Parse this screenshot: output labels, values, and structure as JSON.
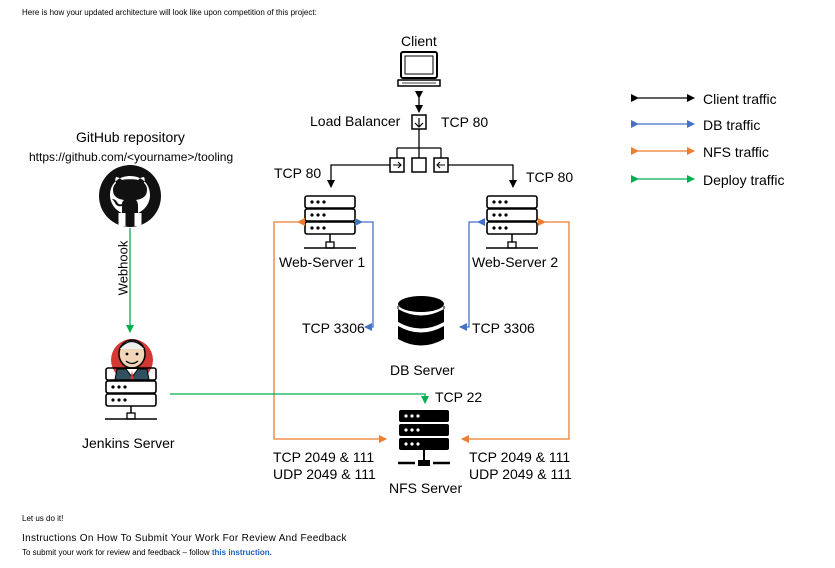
{
  "intro_text": "Here is how your updated architecture will look like upon competition of this project:",
  "diagram": {
    "client": "Client",
    "load_balancer": "Load Balancer",
    "lb_port": "TCP 80",
    "web1_port": "TCP 80",
    "web2_port": "TCP 80",
    "web_server_1": "Web-Server 1",
    "web_server_2": "Web-Server 2",
    "db_port_left": "TCP 3306",
    "db_port_right": "TCP 3306",
    "db_server": "DB Server",
    "nfs_deploy_port": "TCP 22",
    "nfs_ports_left_1": "TCP 2049 & 111",
    "nfs_ports_left_2": "UDP 2049 & 111",
    "nfs_ports_right_1": "TCP 2049 & 111",
    "nfs_ports_right_2": "UDP 2049 & 111",
    "nfs_server": "NFS Server",
    "github_title": "GitHub repository",
    "github_url": "https://github.com/<yourname>/tooling",
    "webhook": "Webhook",
    "jenkins_server": "Jenkins Server"
  },
  "legend": [
    {
      "label": "Client traffic",
      "color": "#000000"
    },
    {
      "label": "DB traffic",
      "color": "#4472c4"
    },
    {
      "label": "NFS traffic",
      "color": "#ed7d31"
    },
    {
      "label": "Deploy traffic",
      "color": "#00b050"
    }
  ],
  "colors": {
    "client": "#000000",
    "db": "#4472c4",
    "nfs": "#ed7d31",
    "deploy": "#00b050"
  },
  "footer": {
    "lets_do_it": "Let us do it!",
    "heading": "Instructions On How To Submit Your Work For Review And Feedback",
    "submit_text": "To submit your work for review and feedback – follow",
    "submit_link": "this instruction."
  }
}
